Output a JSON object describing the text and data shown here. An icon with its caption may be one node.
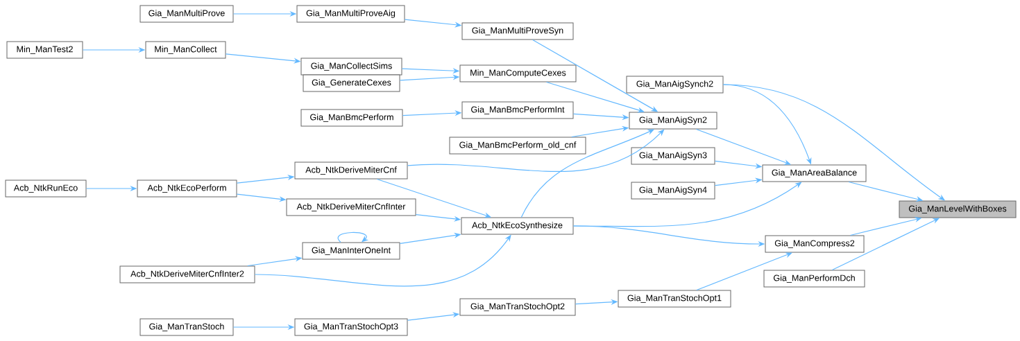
{
  "diagram": {
    "nodes": [
      {
        "text": [
          "Gia_ManLevelWithBoxes"
        ]
      },
      {
        "text": [
          "Gia_ManAigSynch2"
        ]
      },
      {
        "text": [
          "Gia_ManAreaBalance"
        ]
      },
      {
        "text": [
          "Gia_ManCompress2"
        ]
      },
      {
        "text": [
          "Gia_ManPerformDch"
        ]
      },
      {
        "text": [
          "Gia_ManMultiProve"
        ]
      },
      {
        "text": [
          "Gia_ManMultiProveAig"
        ]
      },
      {
        "text": [
          "Gia_ManMultiProveSyn"
        ]
      },
      {
        "text": [
          "Min_ManTest2"
        ]
      },
      {
        "text": [
          "Min_ManCollect"
        ]
      },
      {
        "text": [
          "Gia_ManCollectSims"
        ]
      },
      {
        "text": [
          "Gia_GenerateCexes"
        ]
      },
      {
        "text": [
          "Min_ManComputeCexes"
        ]
      },
      {
        "text": [
          "Gia_ManBmcPerform"
        ]
      },
      {
        "text": [
          "Gia_ManBmcPerformInt"
        ]
      },
      {
        "text": [
          "Gia_ManBmcPerform_old_cnf"
        ]
      },
      {
        "text": [
          "Gia_ManAigSyn2"
        ]
      },
      {
        "text": [
          "Gia_ManAigSyn3"
        ]
      },
      {
        "text": [
          "Gia_ManAigSyn4"
        ]
      },
      {
        "text": [
          "Acb_NtkRunEco"
        ]
      },
      {
        "text": [
          "Acb_NtkEcoPerform"
        ]
      },
      {
        "text": [
          "Acb_NtkDeriveMiterCnf"
        ]
      },
      {
        "text": [
          "Acb_NtkDeriveMiterCnfInter"
        ]
      },
      {
        "text": [
          "Acb_NtkEcoSynthesize"
        ]
      },
      {
        "text": [
          "Gia_ManInterOneInt"
        ]
      },
      {
        "text": [
          "Acb_NtkDeriveMiterCnfInter2"
        ]
      },
      {
        "text": [
          "Gia_ManTranStoch"
        ]
      },
      {
        "text": [
          "Gia_ManTranStochOpt3"
        ]
      },
      {
        "text": [
          "Gia_ManTranStochOpt2"
        ]
      },
      {
        "text": [
          "Gia_ManTranStochOpt1"
        ]
      }
    ],
    "edges": [
      {
        "from": 1,
        "to": 0,
        "arrow": "to"
      },
      {
        "from": 2,
        "to": 0,
        "arrow": "to"
      },
      {
        "from": 3,
        "to": 0,
        "arrow": "to"
      },
      {
        "from": 4,
        "to": 0,
        "arrow": "to"
      },
      {
        "from": 1,
        "to": 2,
        "arrow": "to"
      },
      {
        "from": 16,
        "to": 2,
        "arrow": "to"
      },
      {
        "from": 17,
        "to": 2,
        "arrow": "to"
      },
      {
        "from": 18,
        "to": 2,
        "arrow": "to"
      },
      {
        "from": 23,
        "to": 2,
        "arrow": "to"
      },
      {
        "from": 23,
        "to": 3,
        "arrow": "to"
      },
      {
        "from": 29,
        "to": 3,
        "arrow": "to"
      },
      {
        "from": 5,
        "to": 6,
        "arrow": "to"
      },
      {
        "from": 6,
        "to": 7,
        "arrow": "to"
      },
      {
        "from": 7,
        "to": 16,
        "arrow": "to"
      },
      {
        "from": 8,
        "to": 9,
        "arrow": "to"
      },
      {
        "from": 9,
        "to": 10,
        "arrow": "to"
      },
      {
        "from": 10,
        "to": 12,
        "arrow": "to"
      },
      {
        "from": 11,
        "to": 12,
        "arrow": "to"
      },
      {
        "from": 12,
        "to": 16,
        "arrow": "to"
      },
      {
        "from": 13,
        "to": 14,
        "arrow": "to"
      },
      {
        "from": 14,
        "to": 16,
        "arrow": "to"
      },
      {
        "from": 15,
        "to": 16,
        "arrow": "to"
      },
      {
        "from": 21,
        "to": 16,
        "arrow": "to"
      },
      {
        "from": 23,
        "to": 16,
        "arrow": "to"
      },
      {
        "from": 19,
        "to": 20,
        "arrow": "to"
      },
      {
        "from": 20,
        "to": 21,
        "arrow": "to"
      },
      {
        "from": 20,
        "to": 22,
        "arrow": "to"
      },
      {
        "from": 21,
        "to": 23,
        "arrow": "to"
      },
      {
        "from": 22,
        "to": 23,
        "arrow": "to"
      },
      {
        "from": 24,
        "to": 23,
        "arrow": "to"
      },
      {
        "from": 25,
        "to": 23,
        "arrow": "to"
      },
      {
        "from": 24,
        "to": 24,
        "arrow": "to"
      },
      {
        "from": 25,
        "to": 24,
        "arrow": "to"
      },
      {
        "from": 26,
        "to": 27,
        "arrow": "to"
      },
      {
        "from": 27,
        "to": 28,
        "arrow": "to"
      },
      {
        "from": 28,
        "to": 29,
        "arrow": "to"
      }
    ]
  }
}
